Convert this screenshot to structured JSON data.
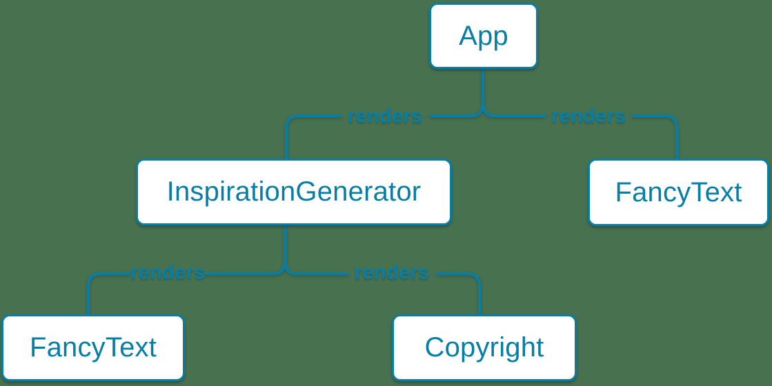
{
  "diagram": {
    "colors": {
      "background": "#47714f",
      "accent": "#087ea4",
      "node_fill": "#ffffff"
    },
    "nodes": [
      {
        "label": "App"
      },
      {
        "label": "InspirationGenerator"
      },
      {
        "label": "FancyText"
      },
      {
        "label": "FancyText"
      },
      {
        "label": "Copyright"
      }
    ],
    "edges": [
      {
        "from": "App",
        "to": "InspirationGenerator",
        "label": "renders"
      },
      {
        "from": "App",
        "to": "FancyText",
        "label": "renders"
      },
      {
        "from": "InspirationGenerator",
        "to": "FancyText",
        "label": "renders"
      },
      {
        "from": "InspirationGenerator",
        "to": "Copyright",
        "label": "renders"
      }
    ]
  }
}
